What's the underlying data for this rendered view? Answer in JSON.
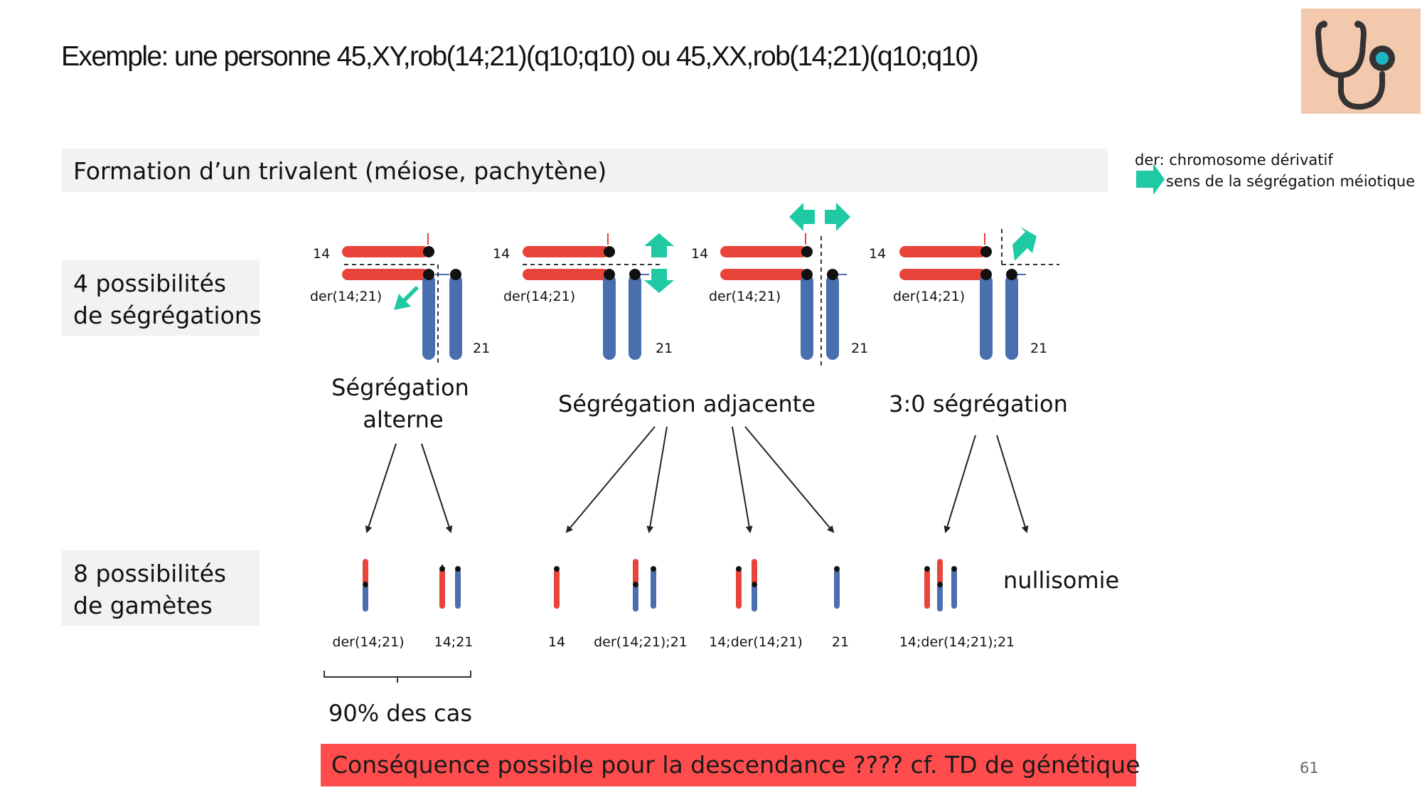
{
  "title": "Exemple: une personne 45,XY,rob(14;21)(q10;q10) ou 45,XX,rob(14;21)(q10;q10)",
  "legend": {
    "der": "der: chromosome dérivatif",
    "arrow": "sens de la ségrégation méiotique"
  },
  "sections": {
    "formation": "Formation d’un trivalent (méiose, pachytène)",
    "segregations": [
      "4 possibilités",
      "de ségrégations"
    ],
    "gametes": [
      "8 possibilités",
      "de gamètes"
    ]
  },
  "trivalent_labels": {
    "chr14": "14",
    "der": "der(14;21)",
    "chr21": "21"
  },
  "segregation_types": {
    "alternate": [
      "Ségrégation",
      "alterne"
    ],
    "adjacent": "Ségrégation adjacente",
    "three_zero": "3:0 ségrégation"
  },
  "gamete_labels": [
    "der(14;21)",
    "14;21",
    "14",
    "der(14;21);21",
    "14;der(14;21)",
    "21",
    "14;der(14;21);21"
  ],
  "nullisomy": "nullisomie",
  "percent_note": "90% des cas",
  "consequence": "Conséquence possible pour la descendance ???? cf. TD de génétique",
  "page_number": "61",
  "colors": {
    "chr14": "#e8443a",
    "chr21": "#4a6fae",
    "arrow": "#1ec9a3",
    "banner": "#ff4d4d",
    "logo_bg": "#f2c9ad"
  },
  "icons": {
    "logo": "stethoscope-icon",
    "direction": "direction-arrow-icon"
  }
}
